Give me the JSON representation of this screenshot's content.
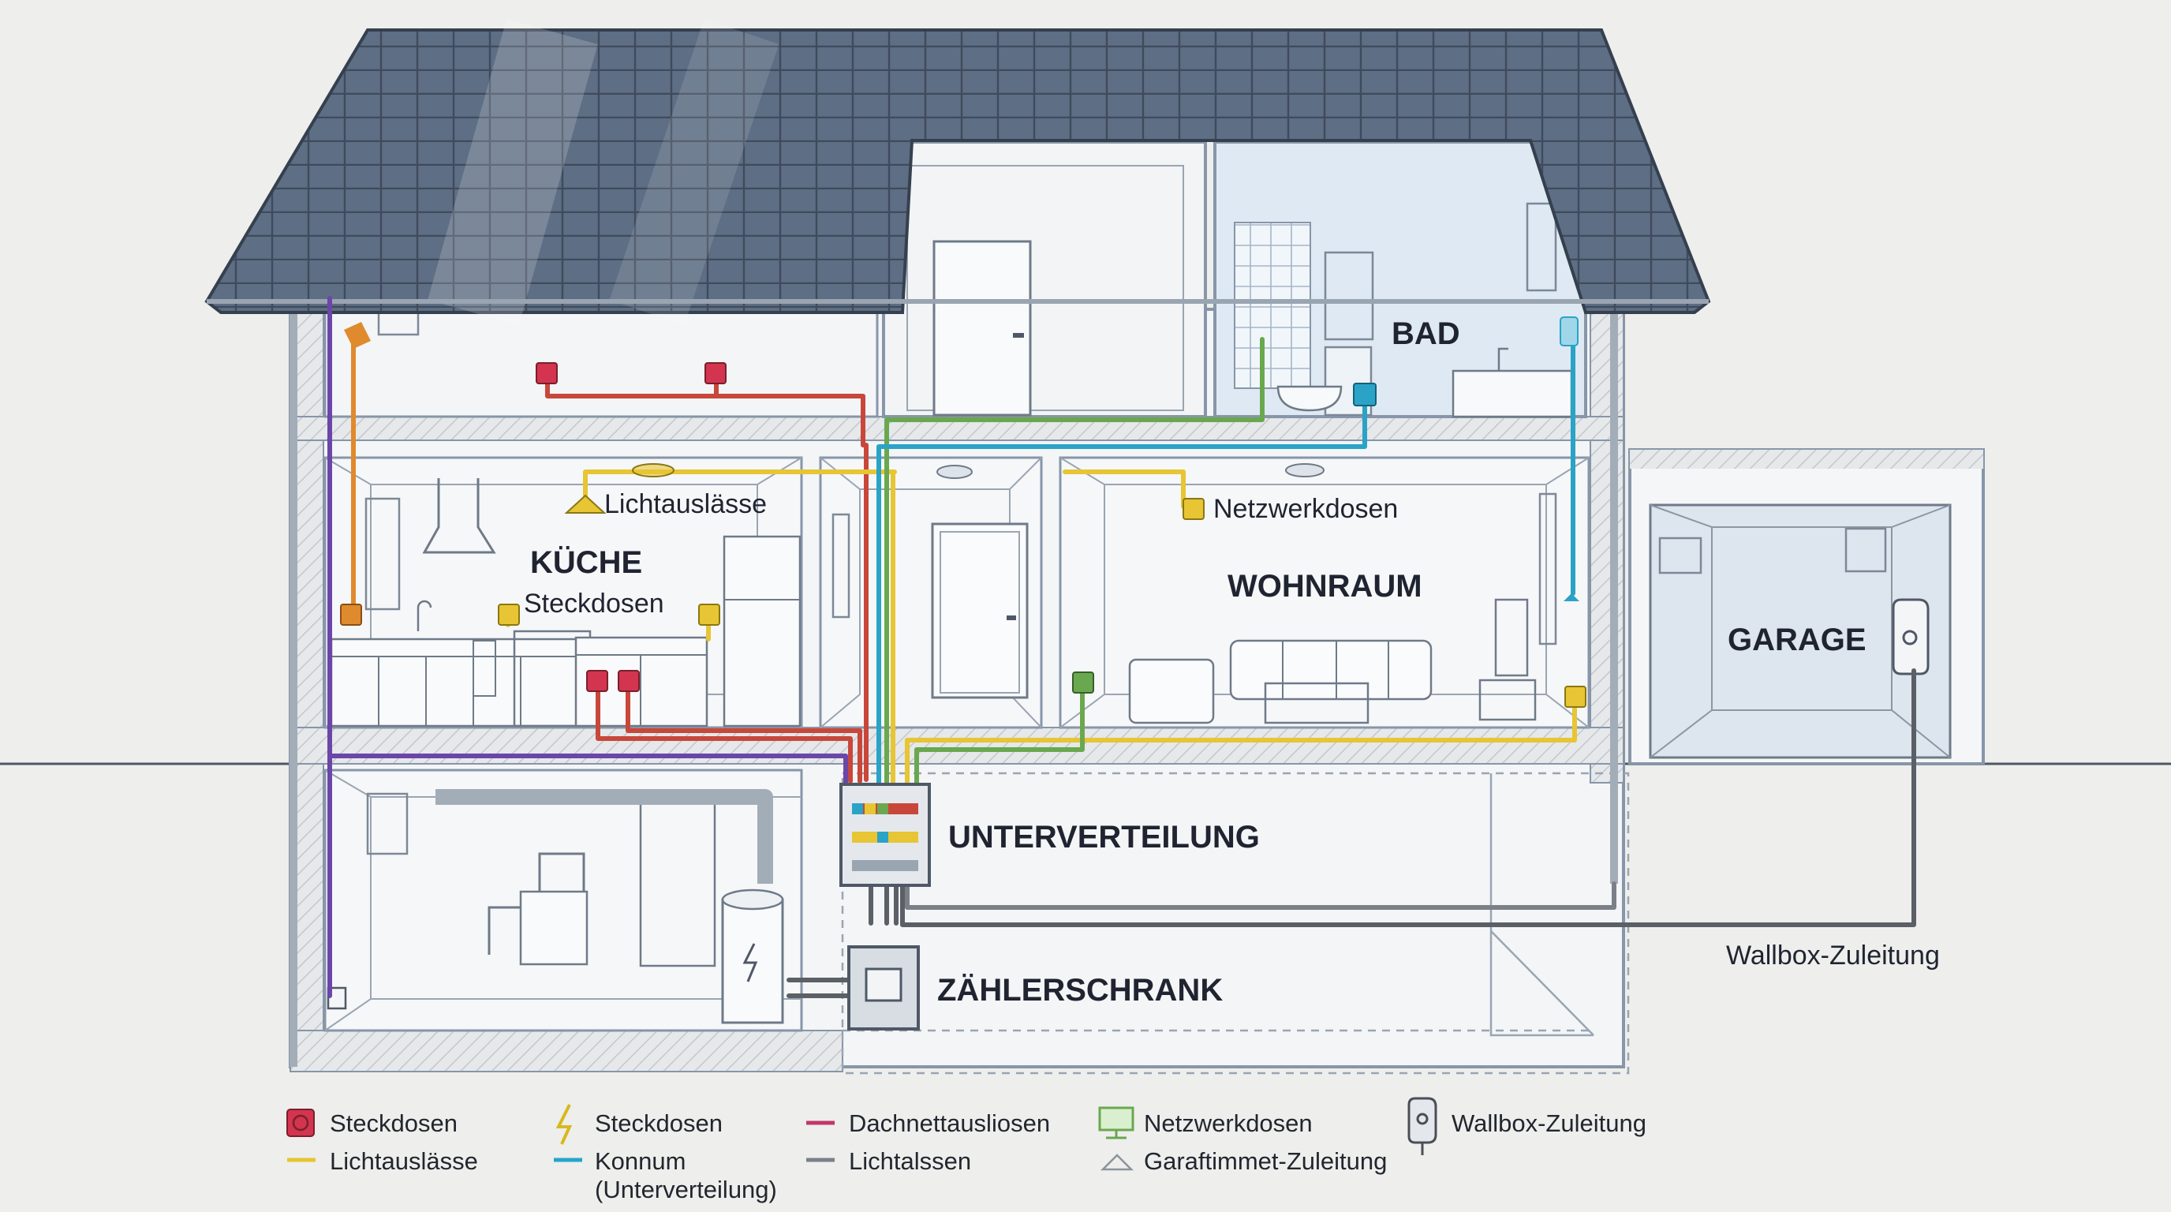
{
  "rooms": {
    "bad": "BAD",
    "kueche": "KÜCHE",
    "wohnraum": "WOHNRAUM",
    "garage": "GARAGE",
    "unterverteilung": "UNTERVERTEILUNG",
    "zaehlerschrank": "ZÄHLERSCHRANK"
  },
  "callouts": {
    "lichtauslaesse": "Lichtauslässe",
    "steckdosen": "Steckdosen",
    "netzwerkdosen": "Netzwerkdosen",
    "wallbox_zuleitung": "Wallbox-Zuleitung"
  },
  "legend": [
    {
      "icon": "socket-icon",
      "color": "#d3344f",
      "label": "Steckdosen"
    },
    {
      "icon": "line-swatch",
      "color": "#e5c531",
      "label": "Lichtauslässe"
    },
    {
      "icon": "lightning-icon",
      "color": "#d9b81e",
      "label": "Steckdosen"
    },
    {
      "icon": "line-swatch",
      "color": "#23a6c9",
      "label": "Konnum",
      "label2": "(Unterverteilung)"
    },
    {
      "icon": "line-swatch",
      "color": "#c2356a",
      "label": "Dachnettausliosen"
    },
    {
      "icon": "line-swatch",
      "color": "#7b8088",
      "label": "Lichtalssen"
    },
    {
      "icon": "monitor-icon",
      "color": "#6aa84f",
      "label": "Netzwerkdosen"
    },
    {
      "icon": "lamp-outline-icon",
      "color": "#8c939c",
      "label": "Garaftimmet-Zuleitung"
    },
    {
      "icon": "wallbox-plug-icon",
      "color": "#4a4f57",
      "label": "Wallbox-Zuleitung"
    }
  ],
  "colors": {
    "roof": "#5a6a80",
    "power": "#c8473a",
    "light": "#e7c534",
    "network": "#2aa3c6",
    "data": "#6aa84f",
    "purple": "#6b46a8",
    "orange": "#e08a2e",
    "feed": "#5b5f66"
  }
}
